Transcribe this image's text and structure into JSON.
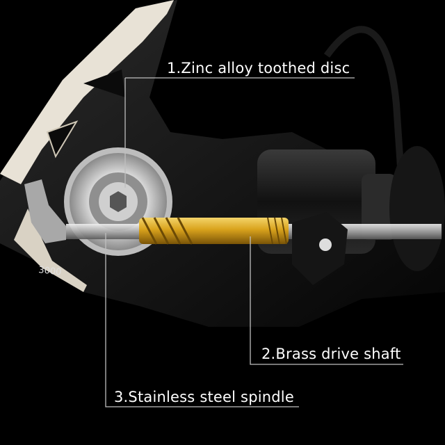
{
  "callouts": {
    "zinc_disc": "1.Zinc alloy toothed disc",
    "brass_shaft": "2.Brass drive shaft",
    "steel_spindle": "3.Stainless steel spindle"
  },
  "reel": {
    "model_marking": "3000"
  },
  "colors": {
    "background": "#000000",
    "label_text": "#ffffff",
    "leader_line": "#bfbfbf",
    "brass": "#d9a21c",
    "steel": "#b8b8b8",
    "body": "#141414",
    "trim": "#e8e2d6"
  }
}
